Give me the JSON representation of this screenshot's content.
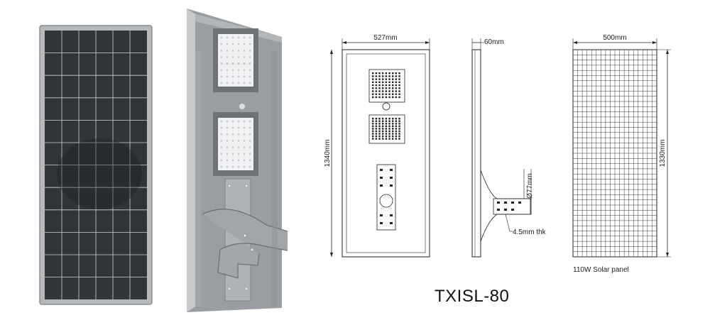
{
  "dimensions": {
    "front_width": "527mm",
    "front_height": "1340mm",
    "side_depth": "60mm",
    "pole_diameter": "Ø77mm",
    "bracket_thickness": "4.5mm thk",
    "panel_width": "500mm",
    "panel_height": "1330mm"
  },
  "captions": {
    "panel_caption": "110W Solar panel",
    "model_name": "TXISL-80"
  },
  "colors": {
    "panel_cell": "#2a2f33",
    "panel_frame": "#a9adb0",
    "housing": "#8e9296",
    "line": "#222222"
  }
}
